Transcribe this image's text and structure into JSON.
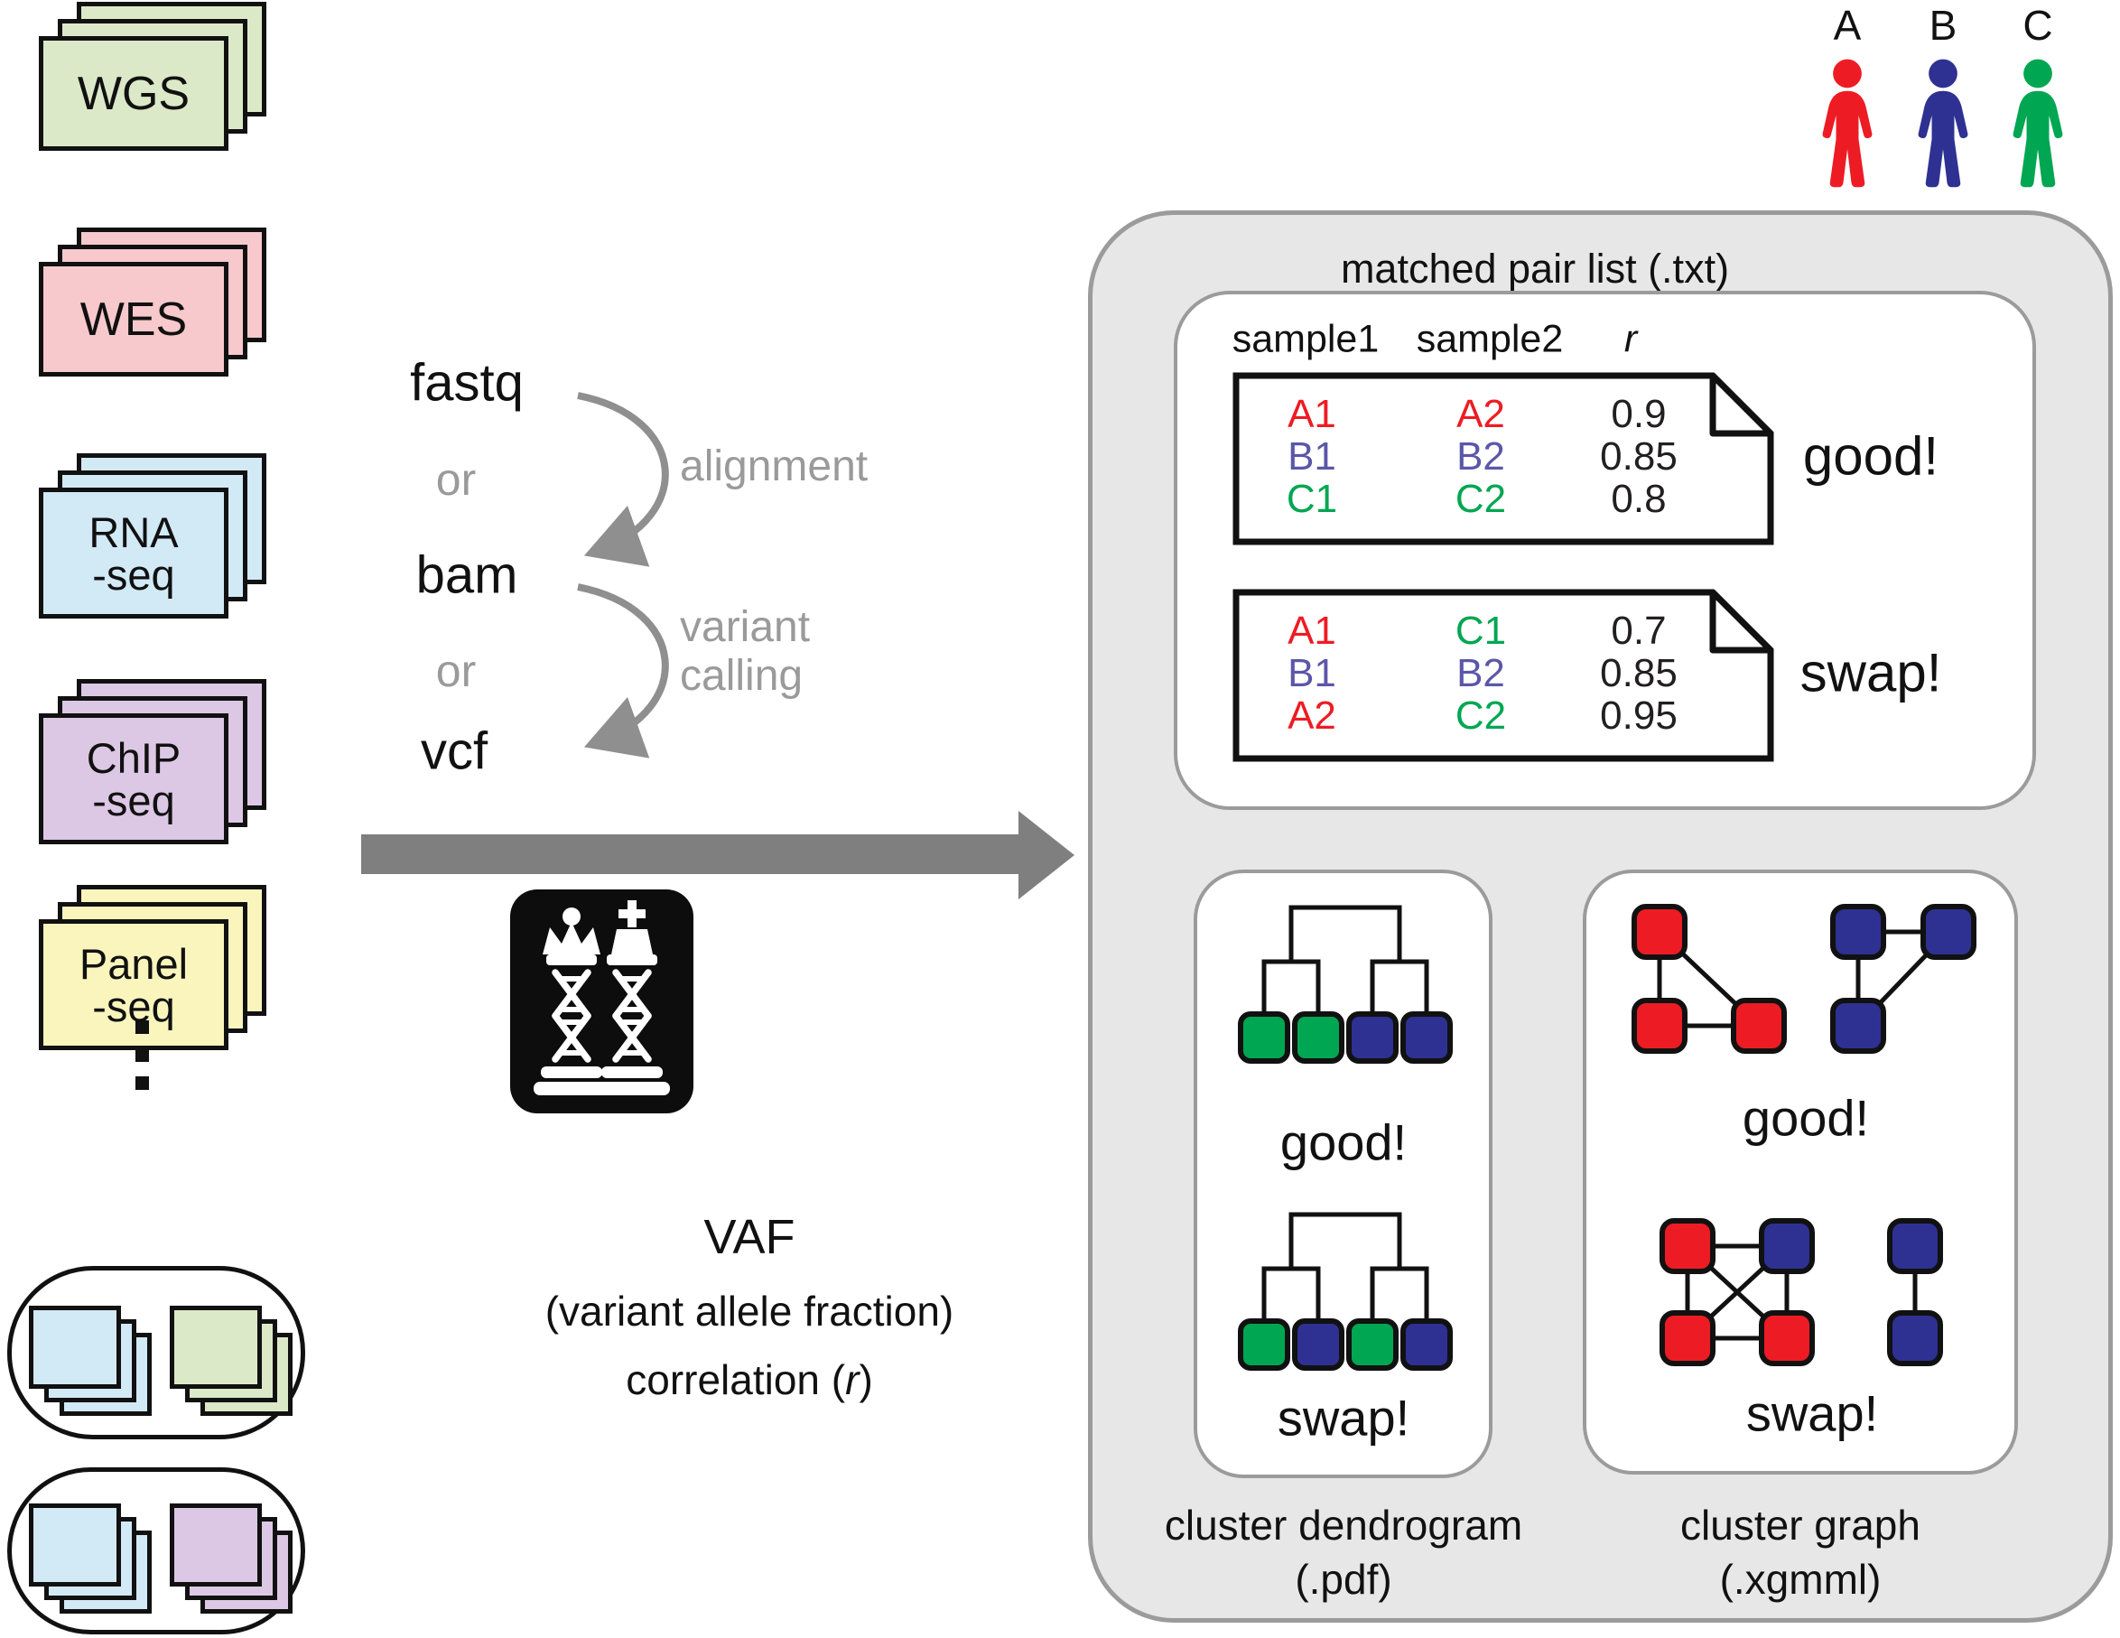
{
  "colors": {
    "red": "#ed1c24",
    "blue": "#2e3192",
    "green": "#00a651",
    "table_blue": "#5b57a8",
    "text_black": "#231f20",
    "card_green": "#dce9c8",
    "card_pink": "#f7c9cc",
    "card_blue": "#d2e9f6",
    "card_purple": "#dcc8e4",
    "card_yellow": "#f9f5bd",
    "panel_gray": "#e7e7e7",
    "panel_border": "#9b9b9b",
    "arrow_gray": "#7f7f7f",
    "muted_gray": "#9a9a9a"
  },
  "input_stacks": [
    {
      "label": "WGS",
      "color": "#dce9c8"
    },
    {
      "label": "WES",
      "color": "#f7c9cc"
    },
    {
      "label": "RNA\n-seq",
      "color": "#d2e9f6"
    },
    {
      "label": "ChIP\n-seq",
      "color": "#dcc8e4"
    },
    {
      "label": "Panel\n-seq",
      "color": "#f9f5bd"
    }
  ],
  "mixed_groups": [
    {
      "stacks": [
        {
          "color": "#d2e9f6"
        },
        {
          "color": "#dce9c8"
        }
      ]
    },
    {
      "stacks": [
        {
          "color": "#d2e9f6"
        },
        {
          "color": "#dcc8e4"
        }
      ]
    }
  ],
  "pipeline": {
    "stages": [
      "fastq",
      "bam",
      "vcf"
    ],
    "or": "or",
    "steps": [
      "alignment",
      "variant\ncalling"
    ]
  },
  "vaf": {
    "title": "VAF",
    "subtitle": "(variant allele fraction)",
    "line3_pre": "correlation (",
    "line3_r": "r",
    "line3_post": ")"
  },
  "individuals": [
    {
      "label": "A",
      "color": "#ed1c24"
    },
    {
      "label": "B",
      "color": "#2e3192"
    },
    {
      "label": "C",
      "color": "#00a651"
    }
  ],
  "output": {
    "title": "matched pair list (.txt)",
    "headers": [
      "sample1",
      "sample2",
      "r"
    ],
    "tables": [
      {
        "verdict": "good!",
        "rows": [
          [
            {
              "t": "A1",
              "c": "#ed1c24"
            },
            {
              "t": "A2",
              "c": "#ed1c24"
            },
            {
              "t": "0.9",
              "c": "#231f20"
            }
          ],
          [
            {
              "t": "B1",
              "c": "#5b57a8"
            },
            {
              "t": "B2",
              "c": "#5b57a8"
            },
            {
              "t": "0.85",
              "c": "#231f20"
            }
          ],
          [
            {
              "t": "C1",
              "c": "#00a651"
            },
            {
              "t": "C2",
              "c": "#00a651"
            },
            {
              "t": "0.8",
              "c": "#231f20"
            }
          ]
        ]
      },
      {
        "verdict": "swap!",
        "rows": [
          [
            {
              "t": "A1",
              "c": "#ed1c24"
            },
            {
              "t": "C1",
              "c": "#00a651"
            },
            {
              "t": "0.7",
              "c": "#231f20"
            }
          ],
          [
            {
              "t": "B1",
              "c": "#5b57a8"
            },
            {
              "t": "B2",
              "c": "#5b57a8"
            },
            {
              "t": "0.85",
              "c": "#231f20"
            }
          ],
          [
            {
              "t": "A2",
              "c": "#ed1c24"
            },
            {
              "t": "C2",
              "c": "#00a651"
            },
            {
              "t": "0.95",
              "c": "#231f20"
            }
          ]
        ]
      }
    ],
    "dendrograms": [
      {
        "verdict": "good!",
        "leaf_colors": [
          "#00a651",
          "#00a651",
          "#2e3192",
          "#2e3192"
        ]
      },
      {
        "verdict": "swap!",
        "leaf_colors": [
          "#00a651",
          "#2e3192",
          "#00a651",
          "#2e3192"
        ]
      }
    ],
    "graphs": [
      {
        "verdict": "good!",
        "node_colors": [
          "#ed1c24",
          "#ed1c24",
          "#ed1c24",
          "#2e3192",
          "#2e3192",
          "#2e3192"
        ]
      },
      {
        "verdict": "swap!",
        "node_colors": [
          "#ed1c24",
          "#2e3192",
          "#ed1c24",
          "#ed1c24",
          "#2e3192",
          "#2e3192"
        ]
      }
    ],
    "captions": {
      "dendrogram": "cluster dendrogram\n(.pdf)",
      "graph": "cluster graph\n(.xgmml)"
    }
  }
}
